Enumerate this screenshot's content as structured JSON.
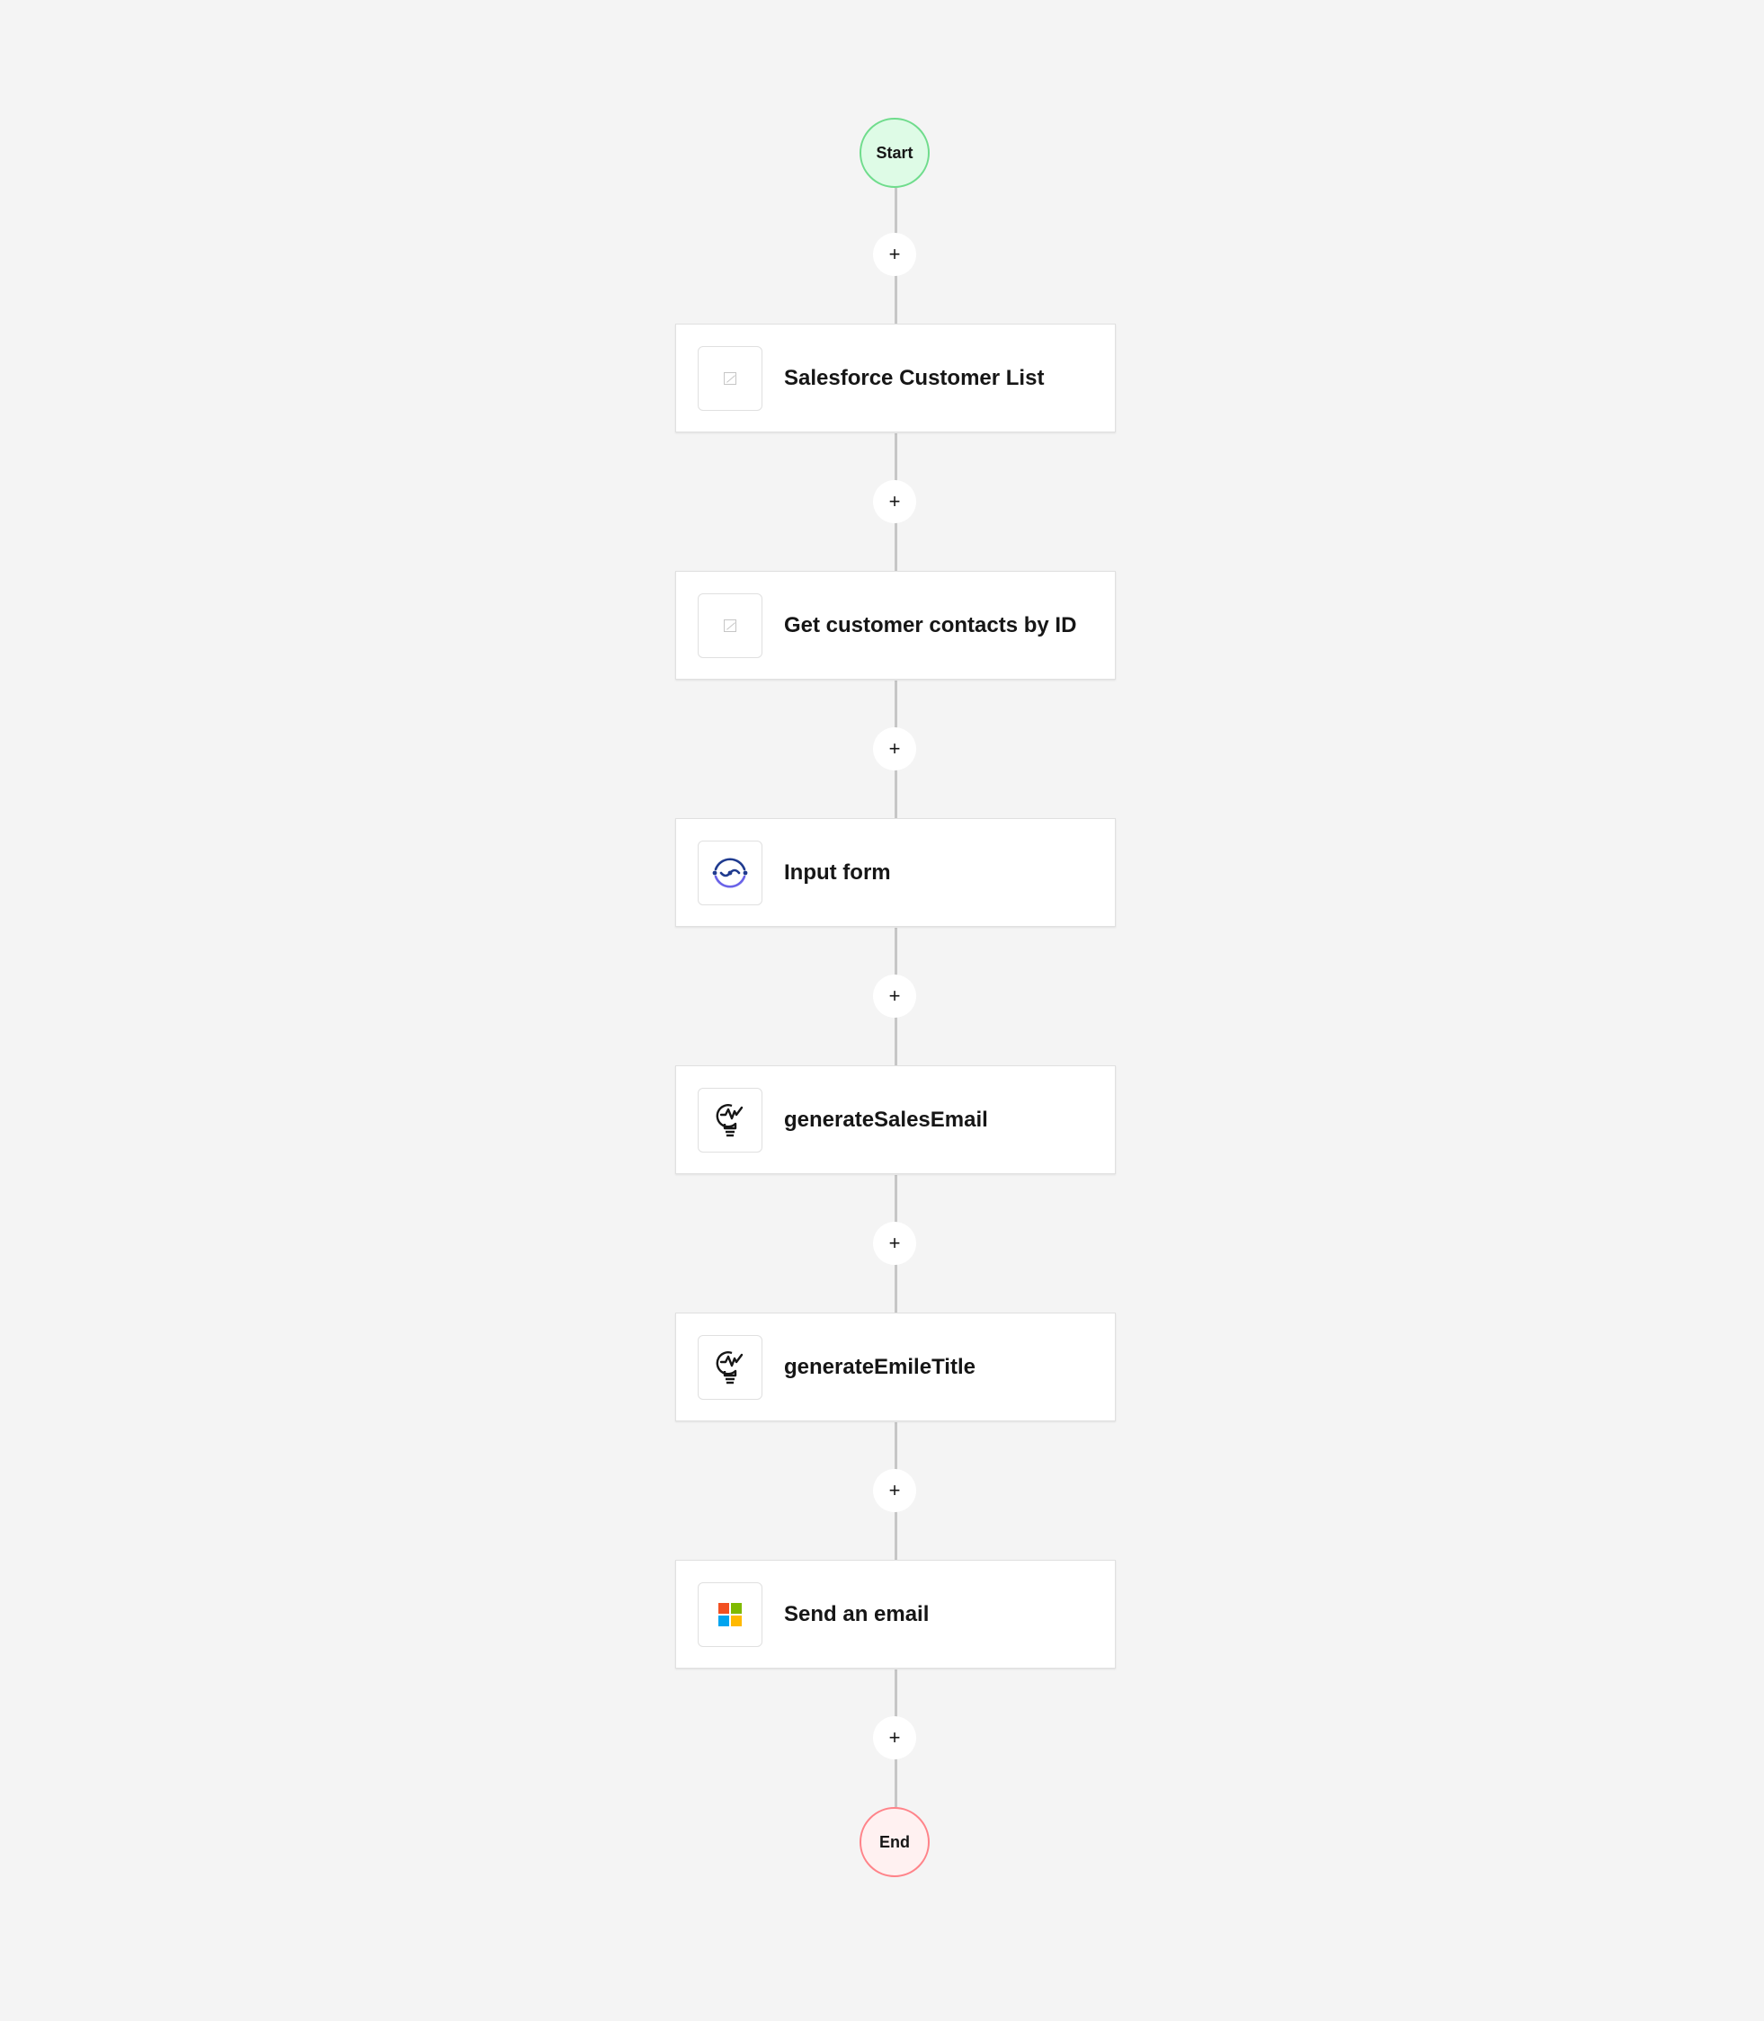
{
  "flow": {
    "start_label": "Start",
    "end_label": "End",
    "add_symbol": "+",
    "steps": [
      {
        "label": "Salesforce Customer List",
        "icon": "broken-image-icon"
      },
      {
        "label": "Get customer contacts by ID",
        "icon": "broken-image-icon"
      },
      {
        "label": "Input form",
        "icon": "input-form-icon"
      },
      {
        "label": "generateSalesEmail",
        "icon": "lightbulb-icon"
      },
      {
        "label": "generateEmileTitle",
        "icon": "lightbulb-icon"
      },
      {
        "label": "Send an email",
        "icon": "microsoft-icon"
      }
    ]
  },
  "colors": {
    "background": "#f4f4f4",
    "start_fill": "#defbe6",
    "start_border": "#6fdc8c",
    "end_fill": "#fff1f1",
    "end_border": "#ff8389",
    "connector": "#c6c6c6",
    "microsoft_red": "#f25022",
    "microsoft_green": "#7fba00",
    "microsoft_blue": "#00a4ef",
    "microsoft_yellow": "#ffb900"
  }
}
